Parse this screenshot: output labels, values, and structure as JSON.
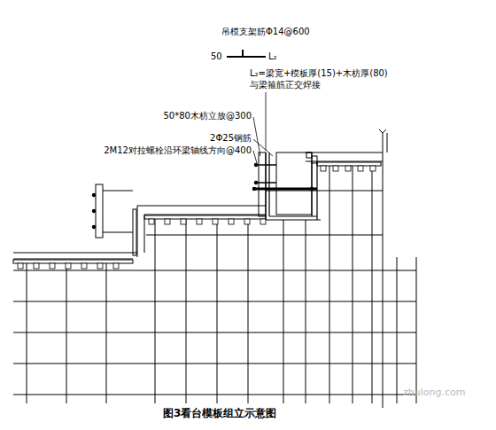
{
  "diagram": {
    "caption": "图3看台模板组立示意图",
    "labels": [
      "吊模支架筋Φ14@600",
      "50",
      "L₂",
      "L₂=梁宽+模板厚(15)+木枋厚(80) 与梁箍筋正交焊接",
      "50*80木枋立放@300",
      "2Φ25钢筋",
      "2M12对拉螺栓沿环梁轴线方向@400",
      "zhulong.com"
    ]
  }
}
